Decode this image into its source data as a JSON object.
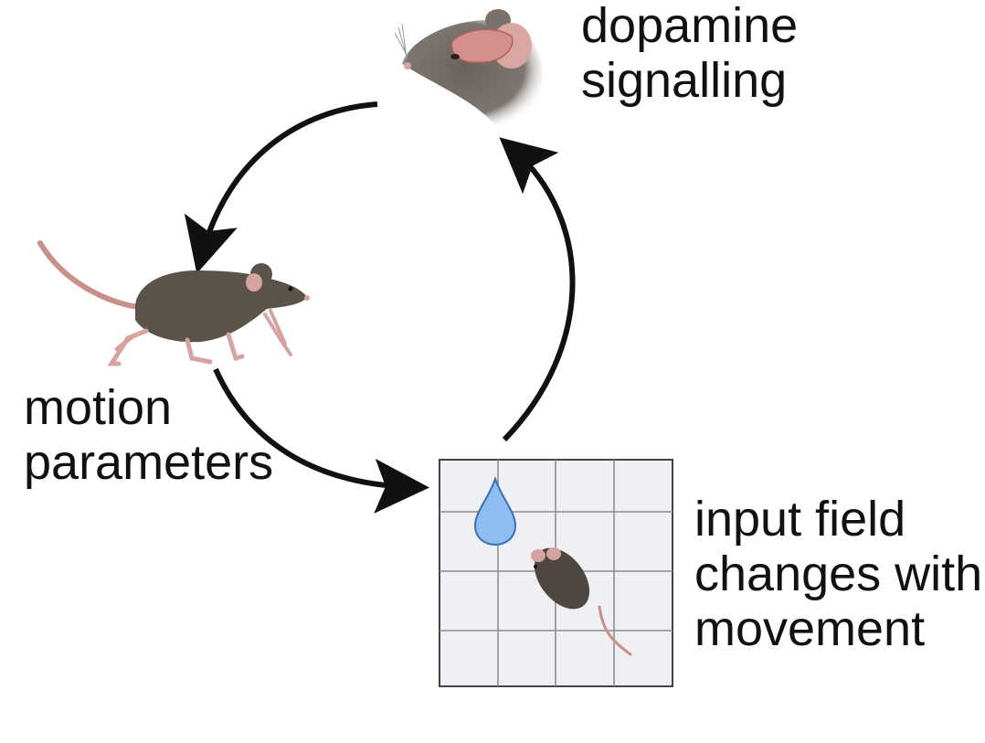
{
  "labels": {
    "dopamine": [
      "dopamine",
      "signalling"
    ],
    "motion": [
      "motion",
      "parameters"
    ],
    "input": [
      "input field",
      "changes with",
      "movement"
    ]
  },
  "colors": {
    "arrow": "#111111",
    "mouse_body": "#5b524a",
    "mouse_skin": "#d7a3a0",
    "grid_fill": "#eef0f3",
    "grid_line": "#8a8a8a",
    "drop": "#8fbdf2"
  },
  "icons": {
    "brain_mouse": "mouse-head-with-brain-icon",
    "walking_mouse": "walking-mouse-icon",
    "field": "arena-grid-icon",
    "reward": "water-drop-icon",
    "arena_mouse": "top-view-mouse-icon"
  }
}
